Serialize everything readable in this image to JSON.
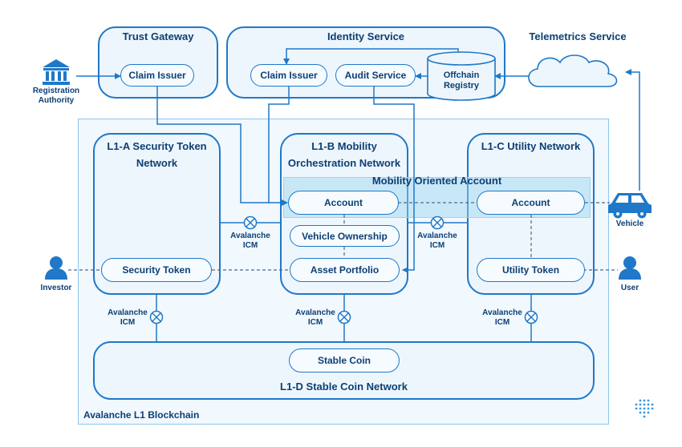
{
  "trust_gateway": {
    "title": "Trust Gateway",
    "claim_issuer": "Claim Issuer"
  },
  "identity_service": {
    "title": "Identity Service",
    "claim_issuer": "Claim Issuer",
    "audit_service": "Audit Service",
    "registry_line1": "Offchain",
    "registry_line2": "Registry"
  },
  "telemetrics": {
    "title": "Telemetrics Service"
  },
  "registration_authority": {
    "line1": "Registration",
    "line2": "Authority"
  },
  "investor": {
    "label": "Investor"
  },
  "user": {
    "label": "User"
  },
  "vehicle": {
    "label": "Vehicle"
  },
  "blockchain": {
    "title": "Avalanche L1 Blockchain"
  },
  "l1a": {
    "line1": "L1-A Security Token",
    "line2": "Network",
    "security_token": "Security Token"
  },
  "l1b": {
    "line1": "L1-B Mobility",
    "line2": "Orchestration Network",
    "account": "Account",
    "vehicle_ownership": "Vehicle Ownership",
    "asset_portfolio": "Asset Portfolio"
  },
  "l1c": {
    "title": "L1-C Utility Network",
    "account": "Account",
    "utility_token": "Utility Token"
  },
  "l1d": {
    "title": "L1-D Stable Coin Network",
    "stable_coin": "Stable Coin"
  },
  "mobility_account": {
    "label": "Mobility Oriented Account"
  },
  "icm": {
    "line1": "Avalanche",
    "line2": "ICM"
  },
  "colors": {
    "primary": "#1f78c8",
    "text": "#0d3f73",
    "box_fill": "#eef6fd",
    "highlight": "#96d4f0"
  }
}
